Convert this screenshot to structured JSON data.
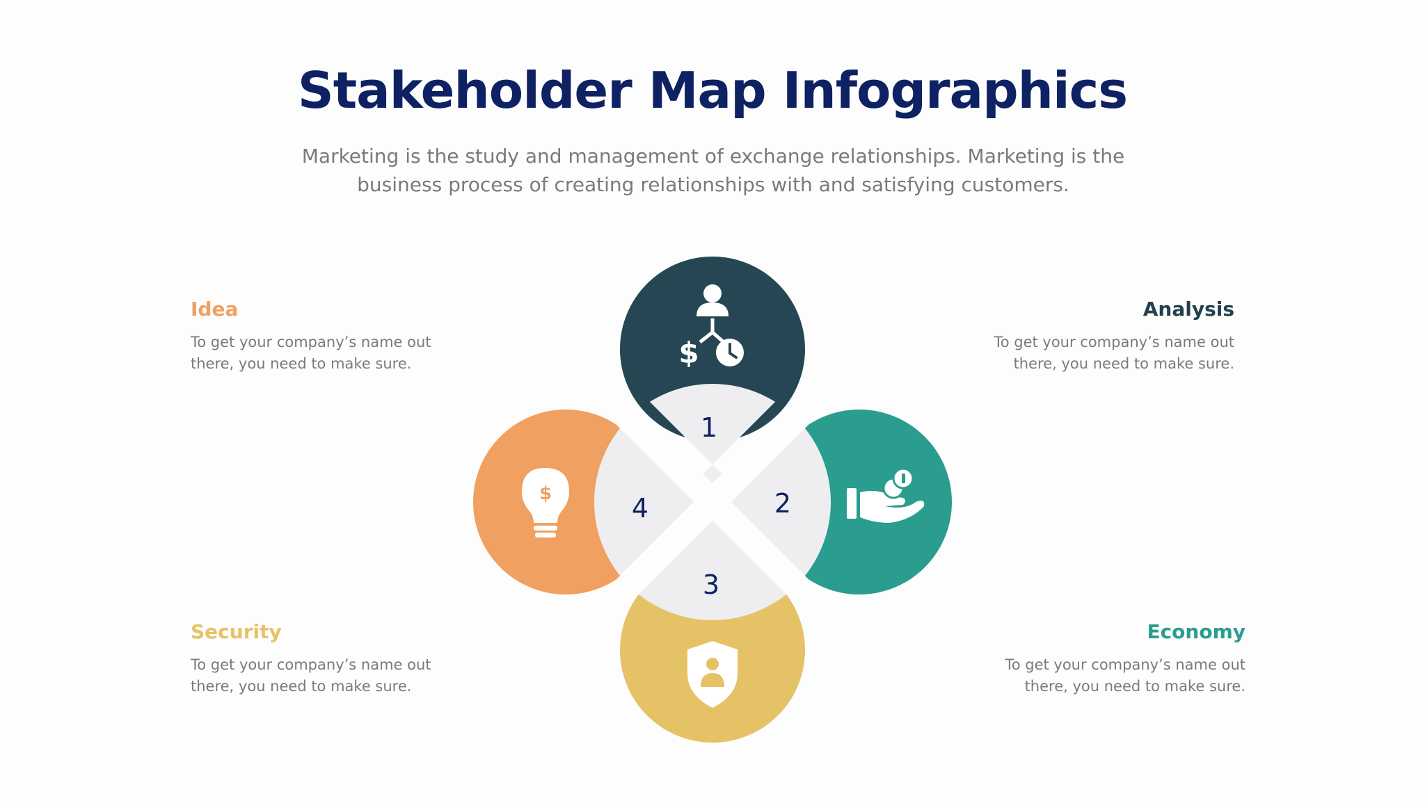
{
  "header": {
    "title": "Stakeholder Map Infographics",
    "subtitle": "Marketing is the study and management of exchange relationships. Marketing is the business process of creating relationships with and satisfying customers."
  },
  "sections": {
    "idea": {
      "heading": "Idea",
      "text": "To get your company’s name out there, you need to make sure.",
      "number": "4",
      "icon": "lightbulb-dollar-icon",
      "color": "#F0A060"
    },
    "analysis": {
      "heading": "Analysis",
      "text": "To get your company’s name out there, you need to make sure.",
      "number": "1",
      "icon": "person-money-time-icon",
      "color": "#264653"
    },
    "economy": {
      "heading": "Economy",
      "text": "To get your company’s name out there, you need to make sure.",
      "number": "2",
      "icon": "hand-coins-icon",
      "color": "#2A9D8F"
    },
    "security": {
      "heading": "Security",
      "text": "To get your company’s name out there, you need to make sure.",
      "number": "3",
      "icon": "shield-person-icon",
      "color": "#E6C266"
    }
  },
  "colors": {
    "title": "#0E2162",
    "body_text": "#7A7A7A",
    "center": "#EEEEF0"
  }
}
